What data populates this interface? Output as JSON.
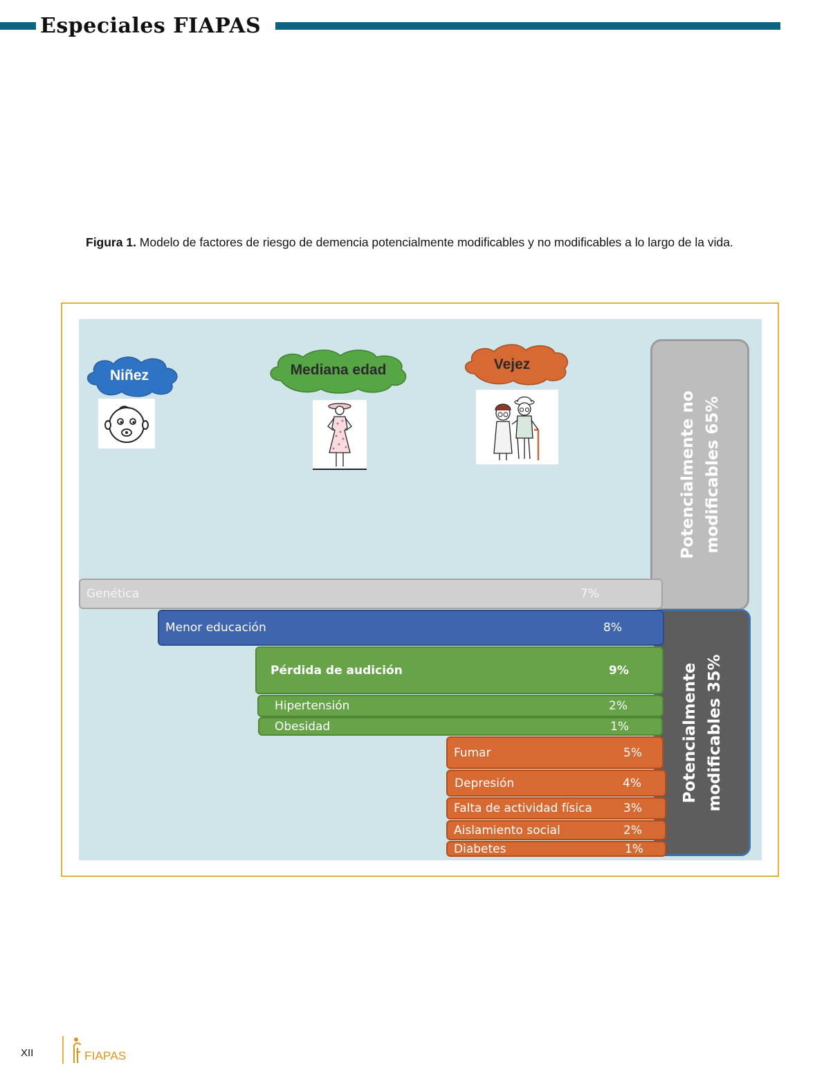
{
  "header": {
    "title": "Especiales FIAPAS",
    "accent_color": "#0e6380"
  },
  "caption": {
    "label": "Figura 1.",
    "text": " Modelo de factores de riesgo de demencia potencialmente modificables y no modificables a lo largo de la vida."
  },
  "figure": {
    "stages": [
      {
        "label": "Niñez",
        "color": "#2f73c4"
      },
      {
        "label": "Mediana edad",
        "color": "#56a646"
      },
      {
        "label": "Vejez",
        "color": "#d76a33"
      }
    ],
    "non_modifiable_label": "Potencialmente no modificables 65%",
    "modifiable_label": "Potencialmente modificables 35%",
    "factors": [
      {
        "label": "Genética",
        "value": "7%",
        "group": "gray"
      },
      {
        "label": "Menor educación",
        "value": "8%",
        "group": "blue"
      },
      {
        "label": "Pérdida de audición",
        "value": "9%",
        "group": "green"
      },
      {
        "label": "Hipertensión",
        "value": "2%",
        "group": "green"
      },
      {
        "label": "Obesidad",
        "value": "1%",
        "group": "green"
      },
      {
        "label": "Fumar",
        "value": "5%",
        "group": "orange"
      },
      {
        "label": "Depresión",
        "value": "4%",
        "group": "orange"
      },
      {
        "label": "Falta de actividad física",
        "value": "3%",
        "group": "orange"
      },
      {
        "label": "Aislamiento social",
        "value": "2%",
        "group": "orange"
      },
      {
        "label": "Diabetes",
        "value": "1%",
        "group": "orange"
      }
    ]
  },
  "footer": {
    "page_number": "XII",
    "logo_text": "FIAPAS"
  }
}
